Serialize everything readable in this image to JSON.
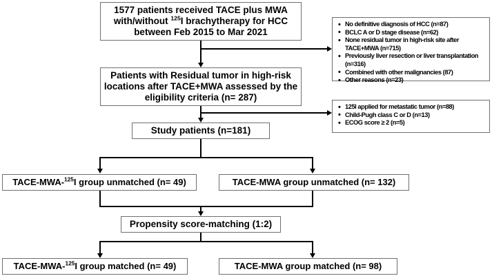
{
  "diagram": {
    "title": "Patient selection flowchart (CONSORT-style)",
    "colors": {
      "box_border": "#6e6e6e",
      "line": "#000000",
      "text": "#000000",
      "background": "#ffffff"
    },
    "nodes": {
      "enrolled": {
        "line1": "1577 patients received TACE plus MWA",
        "line2_pre": "with/without ",
        "line2_sup": "125",
        "line2_post": "I brachytherapy for HCC",
        "line3": "between Feb 2015 to Mar 2021"
      },
      "eligible": {
        "line1": "Patients with Residual tumor in high-risk",
        "line2": "locations after TACE+MWA assessed by the",
        "line3": "eligibility criteria (n= 287)"
      },
      "study_patients": {
        "label": "Study patients (n=181)"
      },
      "group_left_unmatched": {
        "pre": "TACE-MWA-",
        "sup": "125",
        "post": "I group unmatched (n= 49)"
      },
      "group_right_unmatched": {
        "label": "TACE-MWA group unmatched (n= 132)"
      },
      "psm": {
        "label": "Propensity score-matching (1:2)"
      },
      "group_left_matched": {
        "pre": "TACE-MWA-",
        "sup": "125",
        "post": "I group matched (n= 49)"
      },
      "group_right_matched": {
        "label": "TACE-MWA group matched (n= 98)"
      }
    },
    "exclusions_first": {
      "items": [
        "No definitive diagnosis of HCC (n=87)",
        "BCLC A or D stage disease (n=62)",
        "None residual tumor in high-risk site after TACE+MWA (n=715)",
        "Previously liver resection or liver transplantation (n=316)",
        "Combined with other malignancies (87)",
        "Other reasons (n=23)"
      ]
    },
    "exclusions_second": {
      "items": [
        "125I applied for metastatic tumor (n=88)",
        "Child-Pugh class C or D (n=13)",
        "ECOG score ≥ 2 (n=5)"
      ]
    }
  }
}
